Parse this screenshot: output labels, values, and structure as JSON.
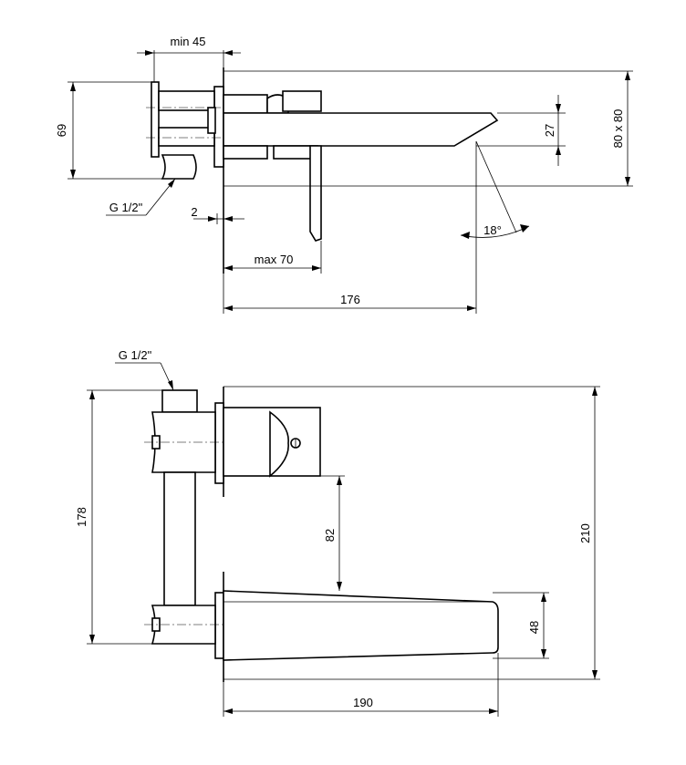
{
  "side_view": {
    "dim_min45": "min 45",
    "dim_69": "69",
    "dim_g12": "G 1/2\"",
    "dim_2": "2",
    "dim_max70": "max 70",
    "dim_176": "176",
    "dim_27": "27",
    "dim_80x80": "80 x 80",
    "dim_18deg": "18°"
  },
  "top_view": {
    "dim_g12": "G 1/2\"",
    "dim_178": "178",
    "dim_82": "82",
    "dim_210": "210",
    "dim_48": "48",
    "dim_190": "190"
  }
}
